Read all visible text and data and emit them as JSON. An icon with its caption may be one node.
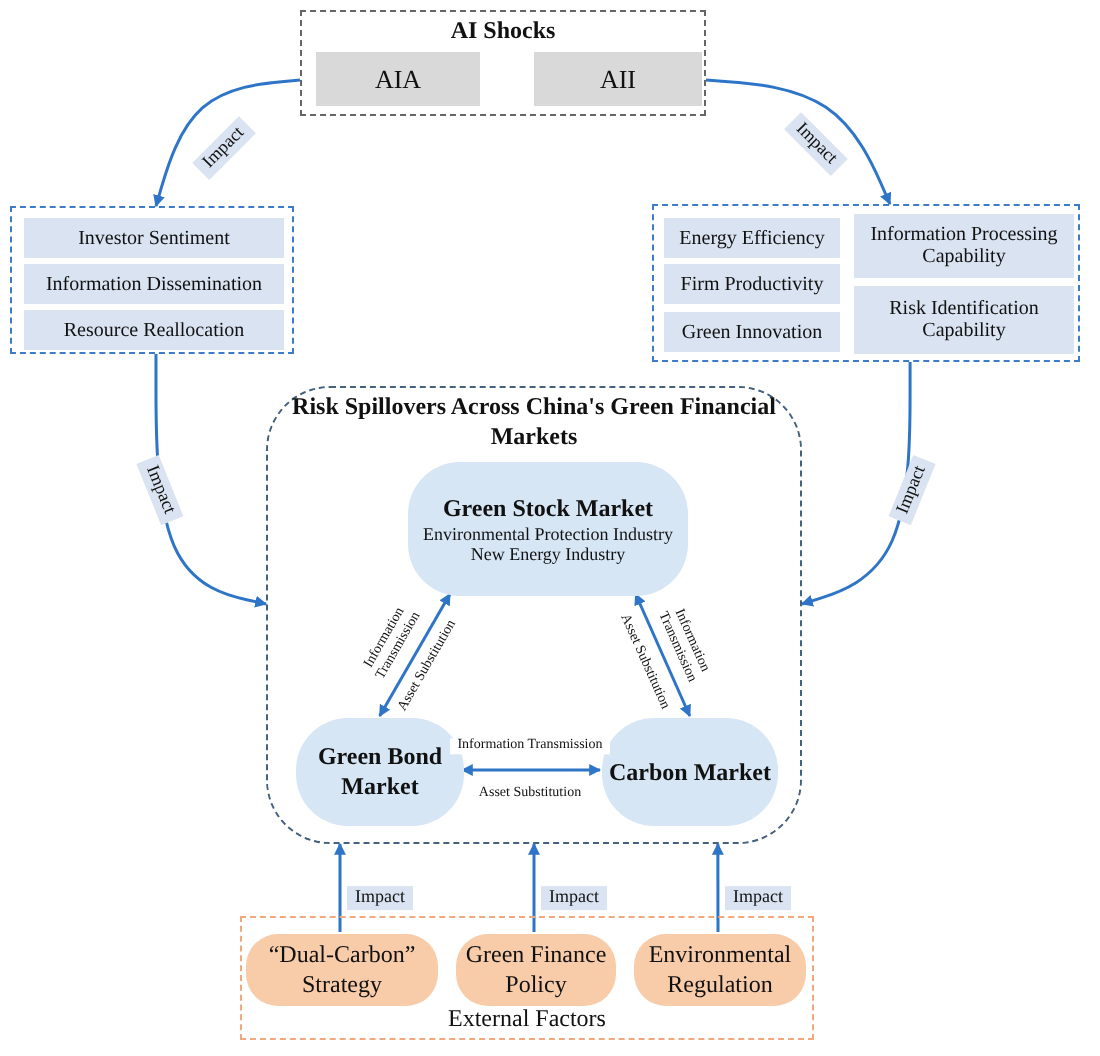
{
  "diagram": {
    "nodes": [
      {
        "text": [
          "AI Shocks"
        ]
      },
      {
        "text": [
          "AIA"
        ],
        "in": 0
      },
      {
        "text": [
          "AII"
        ],
        "in": 0
      },
      {
        "text": [],
        "shape": "box"
      },
      {
        "text": [
          "Investor Sentiment"
        ],
        "in": 3
      },
      {
        "text": [
          "Information Dissemination"
        ],
        "in": 3
      },
      {
        "text": [
          "Resource Reallocation"
        ],
        "in": 3
      },
      {
        "text": [],
        "shape": "box"
      },
      {
        "text": [
          "Energy Efficiency"
        ],
        "in": 7
      },
      {
        "text": [
          "Firm Productivity"
        ],
        "in": 7
      },
      {
        "text": [
          "Green Innovation"
        ],
        "in": 7
      },
      {
        "text": [
          "Information Processing Capability"
        ],
        "in": 7
      },
      {
        "text": [
          "Risk Identification Capability"
        ],
        "in": 7
      },
      {
        "text": [
          "Risk Spillovers Across China's Green Financial Markets"
        ]
      },
      {
        "text": [
          "Green Stock Market",
          "Environmental Protection Industry New Energy Industry"
        ],
        "in": 13
      },
      {
        "text": [
          "Green Bond Market"
        ],
        "in": 13
      },
      {
        "text": [
          "Carbon Market"
        ],
        "in": 13
      },
      {
        "text": [
          "External Factors"
        ]
      },
      {
        "text": [
          "“Dual-Carbon” Strategy"
        ],
        "in": 17
      },
      {
        "text": [
          "Green Finance Policy"
        ],
        "in": 17
      },
      {
        "text": [
          "Environmental Regulation"
        ],
        "in": 17
      }
    ],
    "edges": [
      {
        "from": 0,
        "to": 3,
        "arrow": "to",
        "label": "Impact"
      },
      {
        "from": 0,
        "to": 7,
        "arrow": "to",
        "label": "Impact"
      },
      {
        "from": 3,
        "to": 13,
        "arrow": "to",
        "label": "Impact"
      },
      {
        "from": 7,
        "to": 13,
        "arrow": "to",
        "label": "Impact"
      },
      {
        "from": 14,
        "to": 15,
        "arrow": "both",
        "label": "Information Transmission"
      },
      {
        "from": 14,
        "to": 16,
        "arrow": "both",
        "label": "Information Transmission"
      },
      {
        "from": 15,
        "to": 16,
        "arrow": "both",
        "label": "Information Transmission"
      },
      {
        "from": 18,
        "to": 13,
        "arrow": "to",
        "label": "Impact"
      },
      {
        "from": 19,
        "to": 13,
        "arrow": "to",
        "label": "Impact"
      },
      {
        "from": 20,
        "to": 13,
        "arrow": "to",
        "label": "Impact"
      }
    ],
    "labels": [
      "Asset Substitution",
      "Asset Substitution",
      "Asset Substitution"
    ]
  }
}
